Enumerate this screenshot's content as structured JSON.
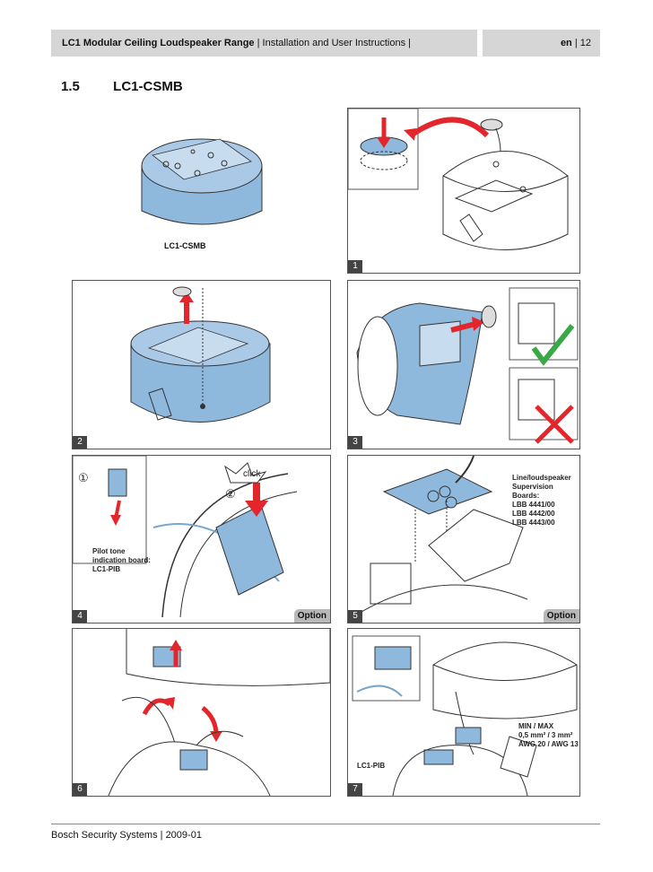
{
  "header": {
    "doc_title": "LC1 Modular Ceiling Loudspeaker Range",
    "doc_subtitle": "| Installation and User Instructions |",
    "lang": "en",
    "page_sep": "| 12"
  },
  "section": {
    "number": "1.5",
    "title": "LC1-CSMB"
  },
  "product_label": "LC1-CSMB",
  "panels": {
    "p1": {
      "step": "1"
    },
    "p2": {
      "step": "2"
    },
    "p3": {
      "step": "3"
    },
    "p4": {
      "step": "4",
      "option": "Option",
      "click_text": "click",
      "circle1": "①",
      "circle2": "②",
      "pib_line1": "Pilot tone",
      "pib_line2": "indication board:",
      "pib_line3": "LC1-PIB"
    },
    "p5": {
      "step": "5",
      "option": "Option",
      "board_line1": "Line/loudspeaker",
      "board_line2": "Supervision Boards:",
      "board_line3": "LBB 4441/00",
      "board_line4": "LBB 4442/00",
      "board_line5": "LBB 4443/00"
    },
    "p6": {
      "step": "6"
    },
    "p7": {
      "step": "7",
      "minmax": "MIN / MAX",
      "wire1": "0,5 mm² / 3 mm²",
      "wire2": "AWG 20 / AWG 13",
      "pib": "LC1-PIB"
    }
  },
  "footer": {
    "text": "Bosch Security Systems | 2009-01"
  },
  "colors": {
    "blue": "#8fb8dd",
    "red": "#e3262b",
    "green": "#3aa845",
    "gray": "#d6d6d6"
  }
}
